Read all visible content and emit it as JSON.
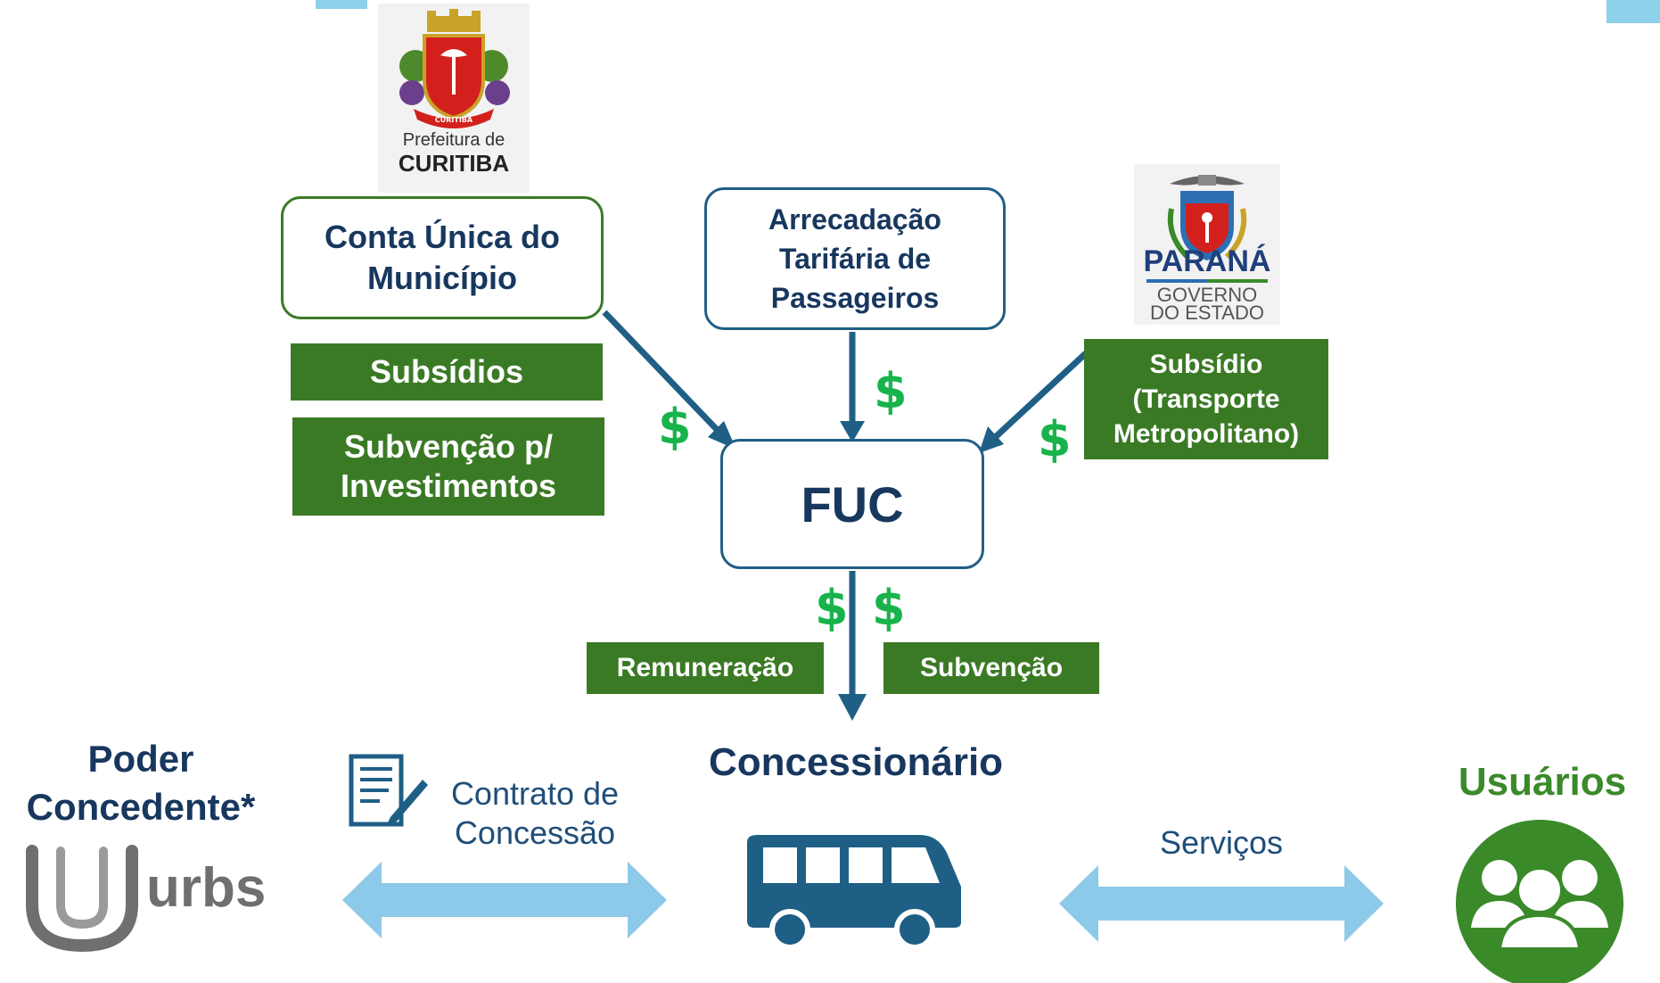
{
  "logos": {
    "curitiba": {
      "line1": "Prefeitura de",
      "line2": "CURITIBA",
      "shield_text": "CURITIBA"
    },
    "parana": {
      "name": "PARANÁ",
      "line2": "GOVERNO",
      "line3": "DO ESTADO"
    },
    "urbs": {
      "text": "urbs"
    }
  },
  "sources": {
    "conta_unica": "Conta Única do Município",
    "arrecadacao": "Arrecadação Tarifária de Passageiros"
  },
  "labels": {
    "subsidios": "Subsídios",
    "subvencao_investimentos": "Subvenção p/ Investimentos",
    "subsidio_metropolitano": "Subsídio (Transporte Metropolitano)",
    "remuneracao": "Remuneração",
    "subvencao": "Subvenção"
  },
  "fund": {
    "name": "FUC"
  },
  "money_symbol": "$",
  "actors": {
    "poder_concedente": "Poder Concedente*",
    "concessionario": "Concessionário",
    "usuarios": "Usuários"
  },
  "relations": {
    "contrato": "Contrato de Concessão",
    "servicos": "Serviços"
  },
  "icons": [
    "document-icon",
    "bus-icon",
    "users-icon",
    "double-arrow-icon"
  ],
  "colors": {
    "navy": "#17375e",
    "arrow_blue": "#1f5f86",
    "green_label": "#3b7a25",
    "green_outline": "#3b7a25",
    "dollar_green": "#18b34b",
    "light_blue": "#8dc9e8",
    "users_green": "#3b8a2a"
  }
}
